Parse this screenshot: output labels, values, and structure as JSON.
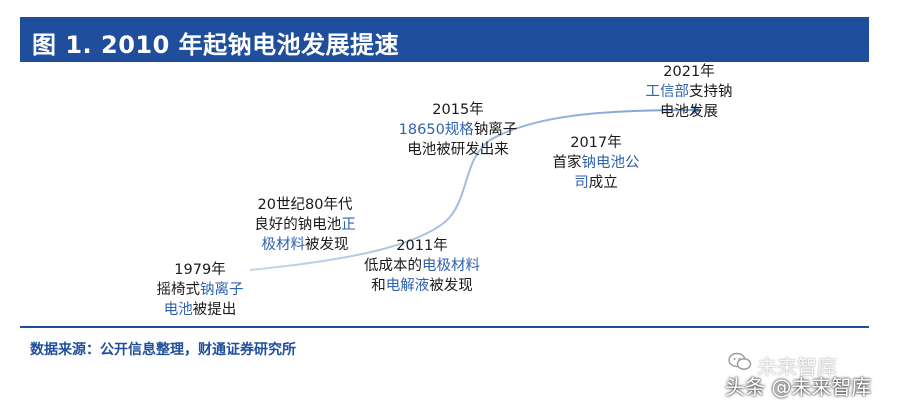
{
  "header": {
    "title": "图 1. 2010 年起钠电池发展提速"
  },
  "milestones": [
    {
      "lines": [
        [
          {
            "t": "1979年"
          }
        ],
        [
          {
            "t": "摇椅式"
          },
          {
            "t": "钠离子",
            "hl": true
          }
        ],
        [
          {
            "t": "电池",
            "hl": true
          },
          {
            "t": "被提出"
          }
        ]
      ]
    },
    {
      "lines": [
        [
          {
            "t": "20世纪80年代"
          }
        ],
        [
          {
            "t": "良好的钠电池"
          },
          {
            "t": "正",
            "hl": true
          }
        ],
        [
          {
            "t": "极材料",
            "hl": true
          },
          {
            "t": "被发现"
          }
        ]
      ]
    },
    {
      "lines": [
        [
          {
            "t": "2011年"
          }
        ],
        [
          {
            "t": "低成本的"
          },
          {
            "t": "电极材料",
            "hl": true
          }
        ],
        [
          {
            "t": "和"
          },
          {
            "t": "电解液",
            "hl": true
          },
          {
            "t": "被发现"
          }
        ]
      ]
    },
    {
      "lines": [
        [
          {
            "t": "2015年"
          }
        ],
        [
          {
            "t": "18650规格",
            "hl": true
          },
          {
            "t": "钠离子"
          }
        ],
        [
          {
            "t": "电池被研发出来"
          }
        ]
      ]
    },
    {
      "lines": [
        [
          {
            "t": "2017年"
          }
        ],
        [
          {
            "t": "首家"
          },
          {
            "t": "钠电池公",
            "hl": true
          }
        ],
        [
          {
            "t": "司",
            "hl": true
          },
          {
            "t": "成立"
          }
        ]
      ]
    },
    {
      "lines": [
        [
          {
            "t": "2021年"
          }
        ],
        [
          {
            "t": "工信部",
            "hl": true
          },
          {
            "t": "支持钠"
          }
        ],
        [
          {
            "t": "电池发展"
          }
        ]
      ]
    }
  ],
  "source": "数据来源：公开信息整理，财通证券研究所",
  "watermark": {
    "top": "未来智库",
    "bottom": "头条 @未来智库"
  },
  "colors": {
    "brand": "#1f4e9c",
    "highlight": "#2f63b2",
    "curve": "#8fb0d8"
  }
}
